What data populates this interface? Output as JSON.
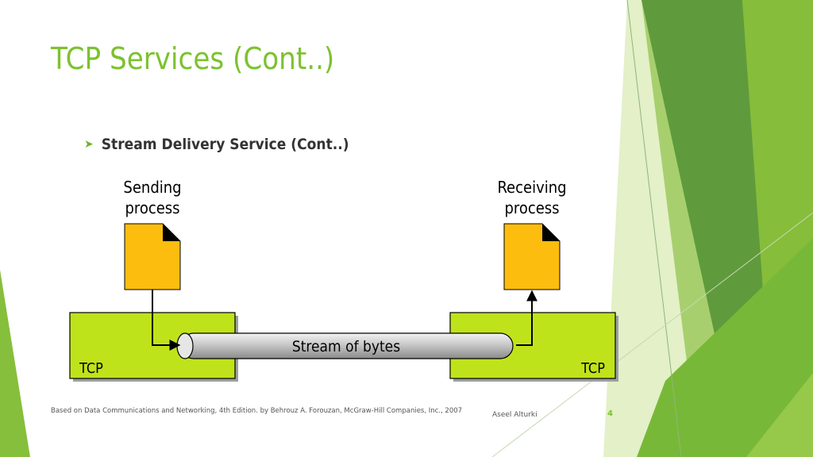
{
  "slide": {
    "title": "TCP Services (Cont..)",
    "bullet_icon": "arrow-bullet-icon",
    "bullet_text": "Stream Delivery Service (Cont..)"
  },
  "figure": {
    "sender_label_line1": "Sending",
    "sender_label_line2": "process",
    "receiver_label_line1": "Receiving",
    "receiver_label_line2": "process",
    "left_tcp_label": "TCP",
    "right_tcp_label": "TCP",
    "pipe_label": "Stream of bytes",
    "colors": {
      "tcp_box": "#bfe31a",
      "document": "#fdbd0f",
      "pipe": "#c8c8c8"
    }
  },
  "footer": {
    "citation": "Based on Data Communications and Networking, 4th Edition. by Behrouz A. Forouzan,  McGraw-Hill Companies, Inc., 2007",
    "author": "Aseel Alturki",
    "page_number": "4"
  },
  "theme": {
    "accent": "#7cc22e"
  }
}
